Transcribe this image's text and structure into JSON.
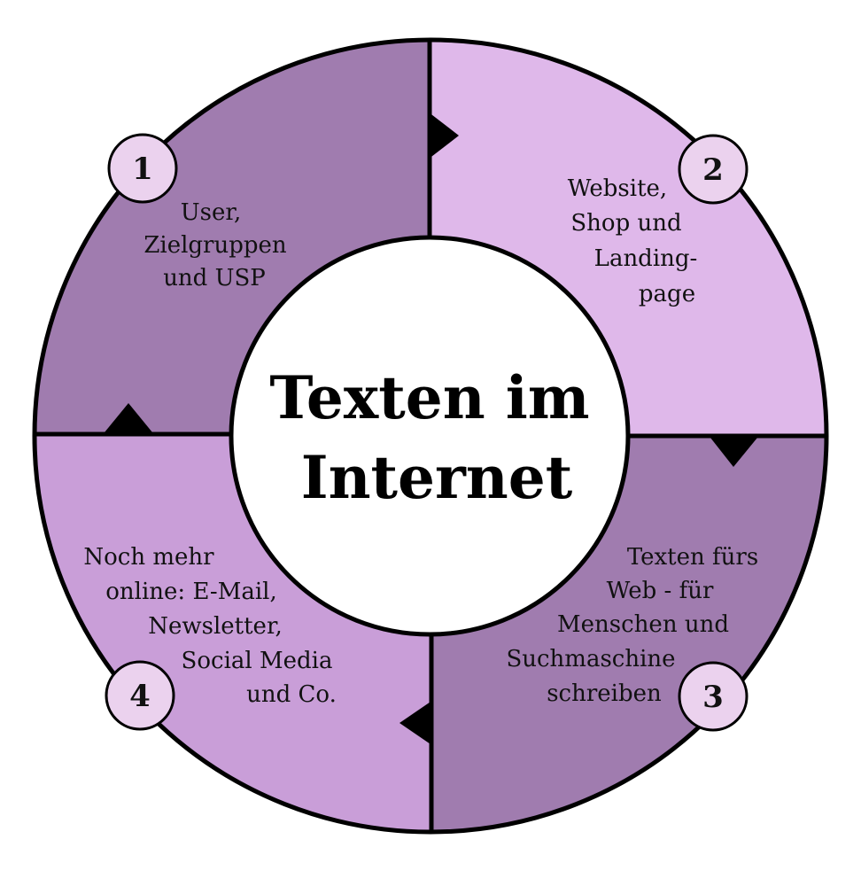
{
  "title": {
    "lines": [
      "Texten im",
      "Internet"
    ]
  },
  "steps": [
    {
      "number": "1",
      "lines": [
        "User,",
        "Zielgruppen",
        "und USP"
      ],
      "color": "#a07caf"
    },
    {
      "number": "2",
      "lines": [
        "Website,",
        "Shop und",
        "Landing-",
        "page"
      ],
      "color": "#dfb8ea"
    },
    {
      "number": "3",
      "lines": [
        "Texten fürs",
        "Web - für",
        "Menschen und",
        "Suchmaschine",
        "schreiben"
      ],
      "color": "#a07caf"
    },
    {
      "number": "4",
      "lines": [
        "Noch mehr",
        "online: E-Mail,",
        "Newsletter,",
        "Social Media",
        "und Co."
      ],
      "color": "#c99ed8"
    }
  ],
  "colors": {
    "badge_fill": "#ebd2ee",
    "center_fill": "#ffffff",
    "outline": "#000000"
  }
}
